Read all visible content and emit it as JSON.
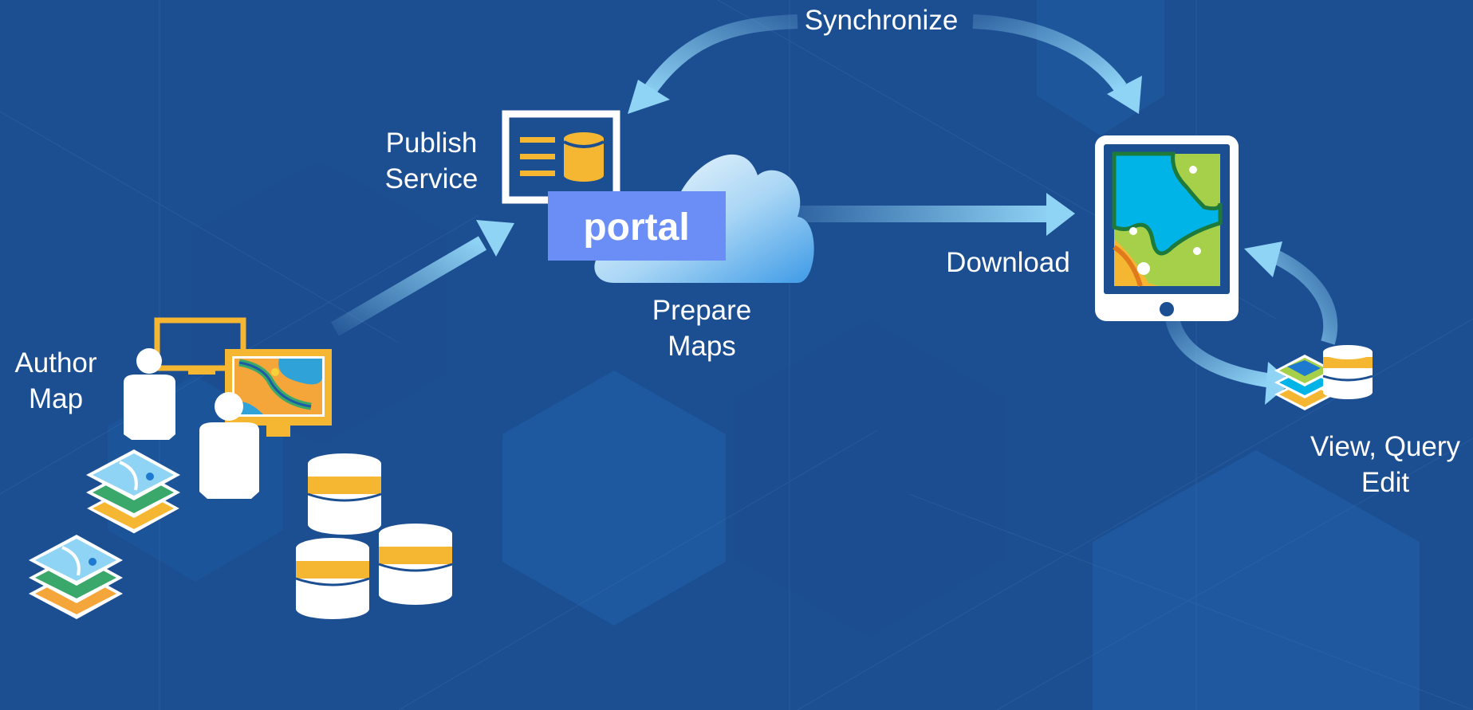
{
  "labels": {
    "synchronize": "Synchronize",
    "publish_line1": "Publish",
    "publish_line2": "Service",
    "portal": "portal",
    "prepare_line1": "Prepare",
    "prepare_line2": "Maps",
    "download": "Download",
    "author_line1": "Author",
    "author_line2": "Map",
    "view_line1": "View, Query",
    "view_line2": "Edit"
  },
  "icons": [
    "publish-service-icon",
    "cloud-icon",
    "tablet-map-icon",
    "user-icon",
    "monitor-map-icon",
    "database-icon",
    "layer-stack-icon"
  ],
  "colors": {
    "background": "#1c4f92",
    "accent_yellow": "#f5b731",
    "arrow_light": "#8fd3f5",
    "portal_box": "#6a8ef5",
    "map_water": "#00b4e8",
    "map_land": "#a6cf4a"
  }
}
